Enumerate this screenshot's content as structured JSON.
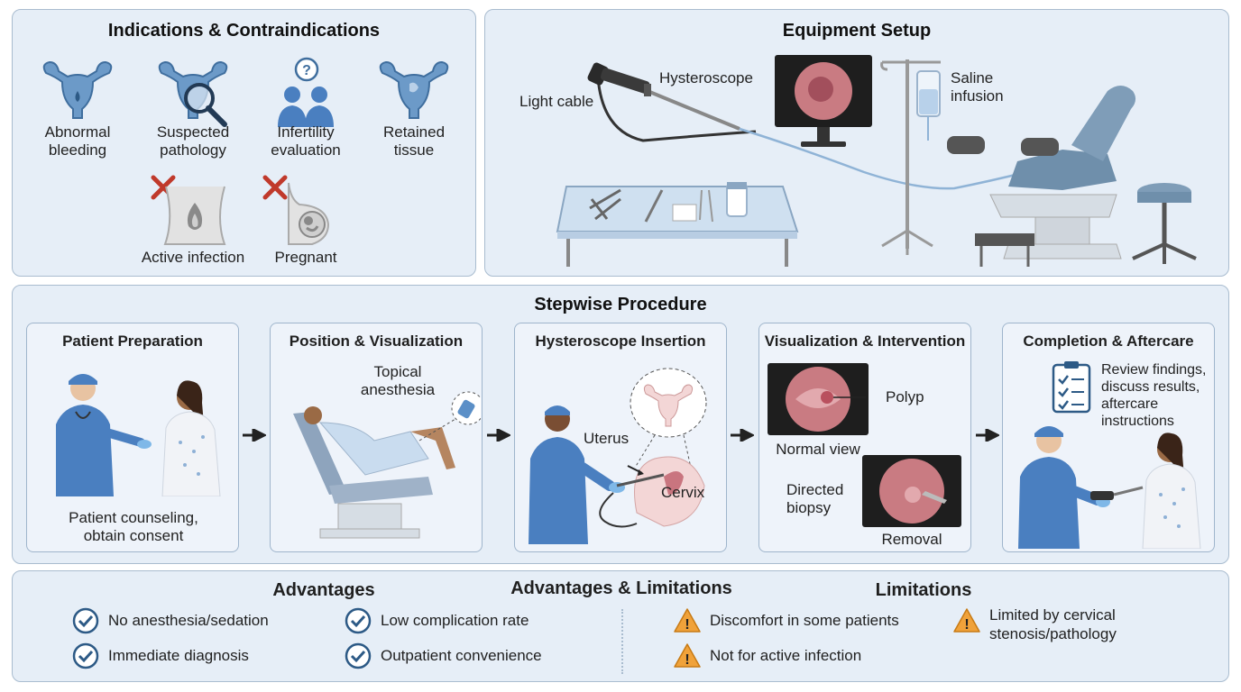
{
  "indications": {
    "title": "Indications & Contraindications",
    "items": [
      {
        "line1": "Abnormal",
        "line2": "bleeding",
        "icon": "uterus-bleeding-icon"
      },
      {
        "line1": "Suspected",
        "line2": "pathology",
        "icon": "uterus-magnifier-icon"
      },
      {
        "line1": "Infertility",
        "line2": "evaluation",
        "icon": "couple-question-icon"
      },
      {
        "line1": "Retained",
        "line2": "tissue",
        "icon": "uterus-tissue-icon"
      }
    ],
    "contraindications": [
      {
        "label": "Active infection",
        "icon": "pelvis-infection-icon"
      },
      {
        "label": "Pregnant",
        "icon": "pregnant-icon"
      }
    ]
  },
  "equipment": {
    "title": "Equipment Setup",
    "light_cable": "Light cable",
    "hysteroscope": "Hysteroscope",
    "saline_line1": "Saline",
    "saline_line2": "infusion"
  },
  "procedure": {
    "title": "Stepwise Procedure",
    "steps": [
      {
        "title": "Patient Preparation",
        "caption1": "Patient counseling,",
        "caption2": "obtain consent"
      },
      {
        "title": "Position & Visualization",
        "label1": "Topical",
        "label2": "anesthesia"
      },
      {
        "title": "Hysteroscope Insertion",
        "uterus": "Uterus",
        "cervix": "Cervix"
      },
      {
        "title": "Visualization & Intervention",
        "polyp": "Polyp",
        "normal_view": "Normal view",
        "directed1": "Directed",
        "directed2": "biopsy",
        "removal": "Removal"
      },
      {
        "title": "Completion & Aftercare",
        "note1": "Review findings,",
        "note2": "discuss results,",
        "note3": "aftercare",
        "note4": "instructions"
      }
    ]
  },
  "adv_lim": {
    "title": "Advantages & Limitations",
    "advantages_heading": "Advantages",
    "limitations_heading": "Limitations",
    "advantages": [
      "No anesthesia/sedation",
      "Low complication rate",
      "Immediate diagnosis",
      "Outpatient convenience"
    ],
    "limitations": [
      "Discomfort in some patients",
      "Limited by cervical",
      "stenosis/pathology",
      "Not for active infection"
    ]
  },
  "colors": {
    "panel": "#e6eef7",
    "border": "#a9bccf",
    "check": "#2d5a86",
    "warning": "#f0a23a",
    "cross": "#c0392b",
    "scrub": "#4a7fc0"
  }
}
